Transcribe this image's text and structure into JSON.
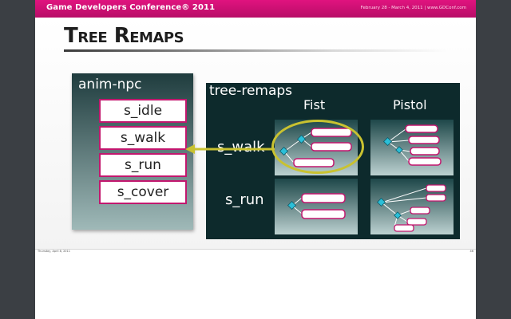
{
  "header": {
    "conference": "Game Developers Conference® 2011",
    "dates_site": "February 28 - March 4, 2011  |  www.GDConf.com"
  },
  "slide": {
    "title": "Tree Remaps",
    "anim_npc": {
      "title": "anim-npc",
      "states": [
        "s_idle",
        "s_walk",
        "s_run",
        "s_cover"
      ]
    },
    "tree_remaps": {
      "title": "tree-remaps",
      "columns": [
        "Fist",
        "Pistol"
      ],
      "rows": [
        "s_walk",
        "s_run"
      ]
    }
  },
  "footer": {
    "left": "Thursday, April 8, 2011",
    "right": "46"
  },
  "colors": {
    "accent": "#c2176e",
    "band": "#d4107a",
    "highlight": "#c9c230",
    "panel_dark": "#0d2a2c",
    "node_cyan": "#2bbfd8"
  }
}
